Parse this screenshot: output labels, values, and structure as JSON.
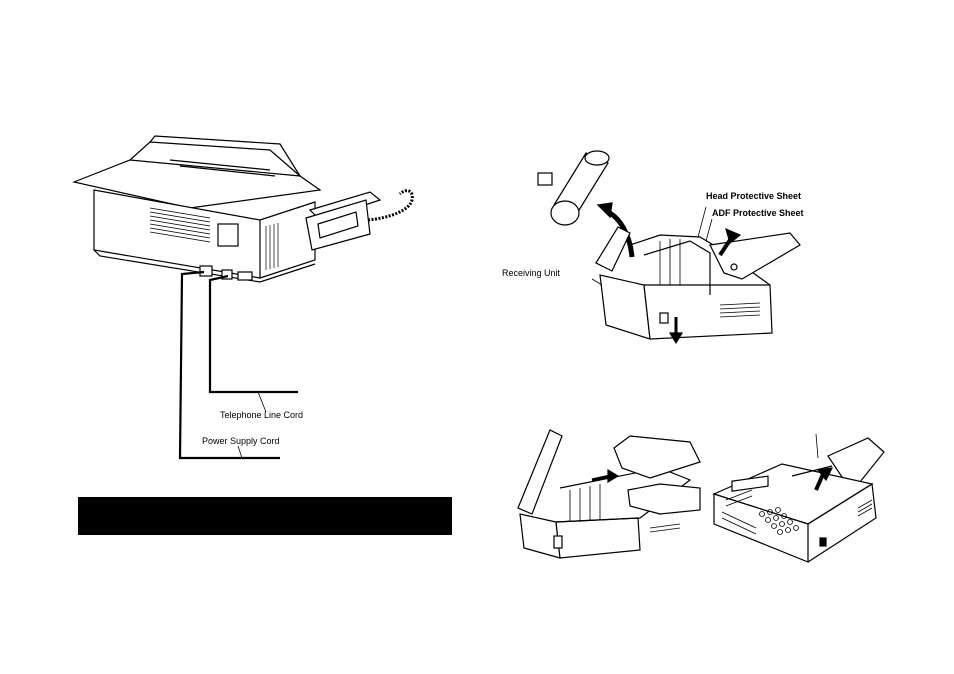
{
  "colors": {
    "ink": "#000000",
    "paper": "#ffffff",
    "bar": "#000000"
  },
  "figure_connect": {
    "labels": {
      "telephone_line_cord": "Telephone Line Cord",
      "power_supply_cord": "Power Supply Cord"
    }
  },
  "figure_open": {
    "labels": {
      "head_protective_sheet": "Head Protective Sheet",
      "adf_protective_sheet": "ADF Protective Sheet",
      "receiving_unit": "Receiving Unit"
    }
  },
  "figure_remove": {},
  "figure_front": {}
}
